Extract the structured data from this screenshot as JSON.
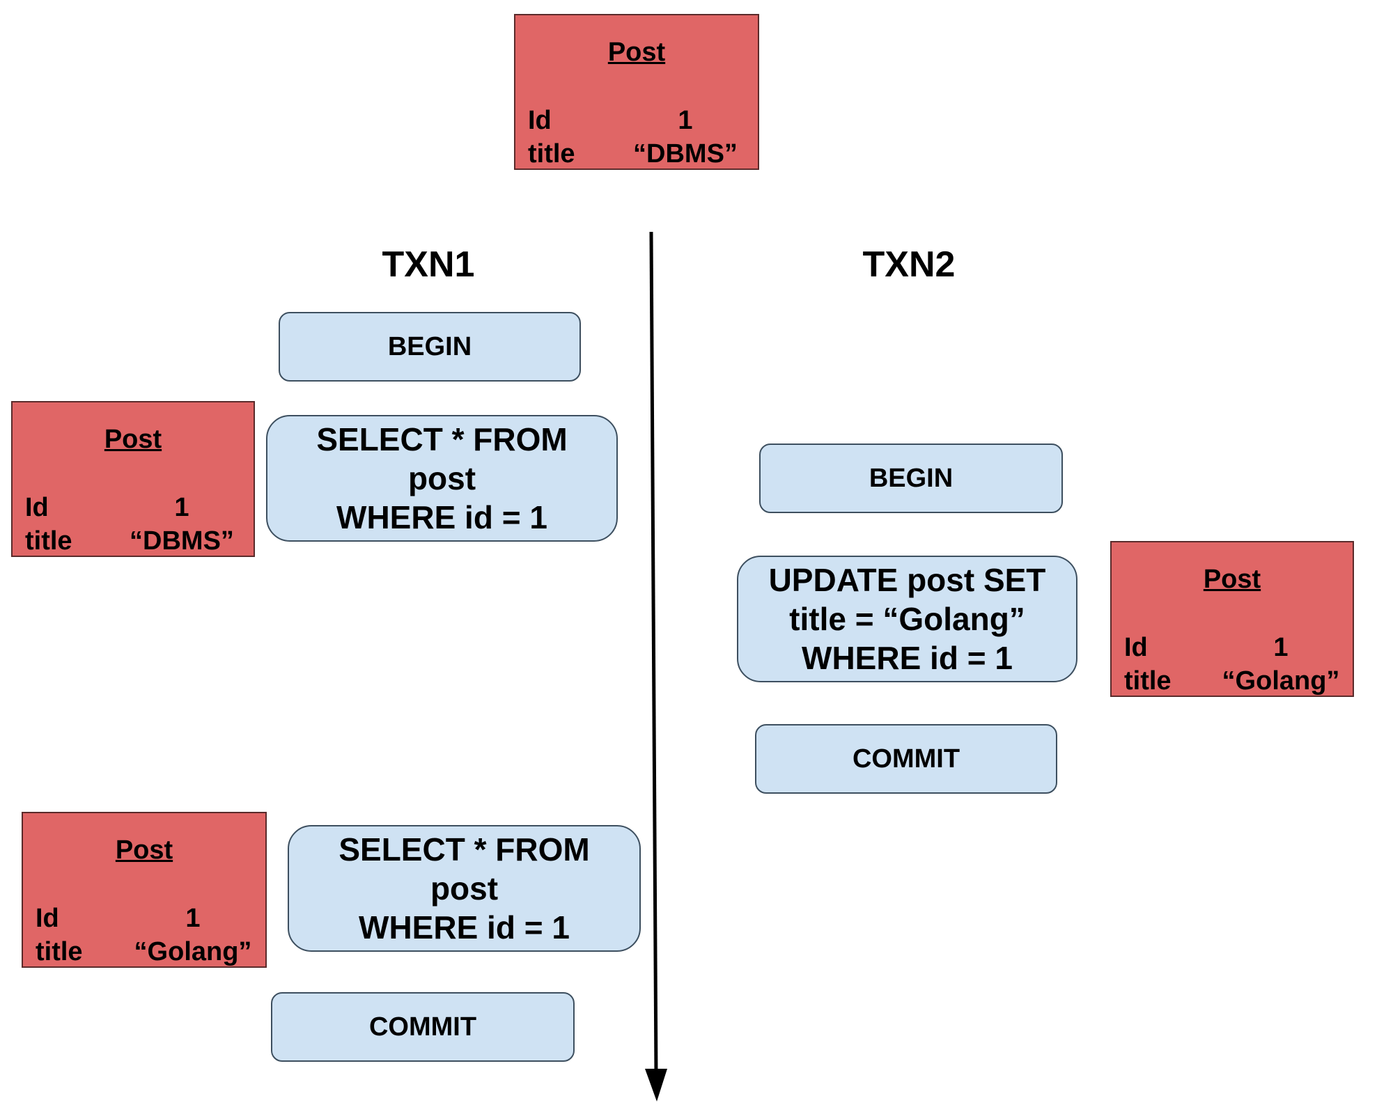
{
  "initial_post": {
    "title": "Post",
    "id_label": "Id",
    "id_value": "1",
    "title_label": "title",
    "title_value": "“DBMS”"
  },
  "txn1": {
    "label": "TXN1",
    "begin": "BEGIN",
    "select1": "SELECT * FROM\npost\nWHERE id = 1",
    "select2": "SELECT * FROM\npost\nWHERE id = 1",
    "commit": "COMMIT"
  },
  "txn2": {
    "label": "TXN2",
    "begin": "BEGIN",
    "update": "UPDATE post SET\ntitle = “Golang”\nWHERE id = 1",
    "commit": "COMMIT"
  },
  "read1_post": {
    "title": "Post",
    "id_label": "Id",
    "id_value": "1",
    "title_label": "title",
    "title_value": "“DBMS”"
  },
  "update_post": {
    "title": "Post",
    "id_label": "Id",
    "id_value": "1",
    "title_label": "title",
    "title_value": "“Golang”"
  },
  "read2_post": {
    "title": "Post",
    "id_label": "Id",
    "id_value": "1",
    "title_label": "title",
    "title_value": "“Golang”"
  },
  "colors": {
    "record_fill": "#e06666",
    "statement_fill": "#cfe2f3"
  }
}
